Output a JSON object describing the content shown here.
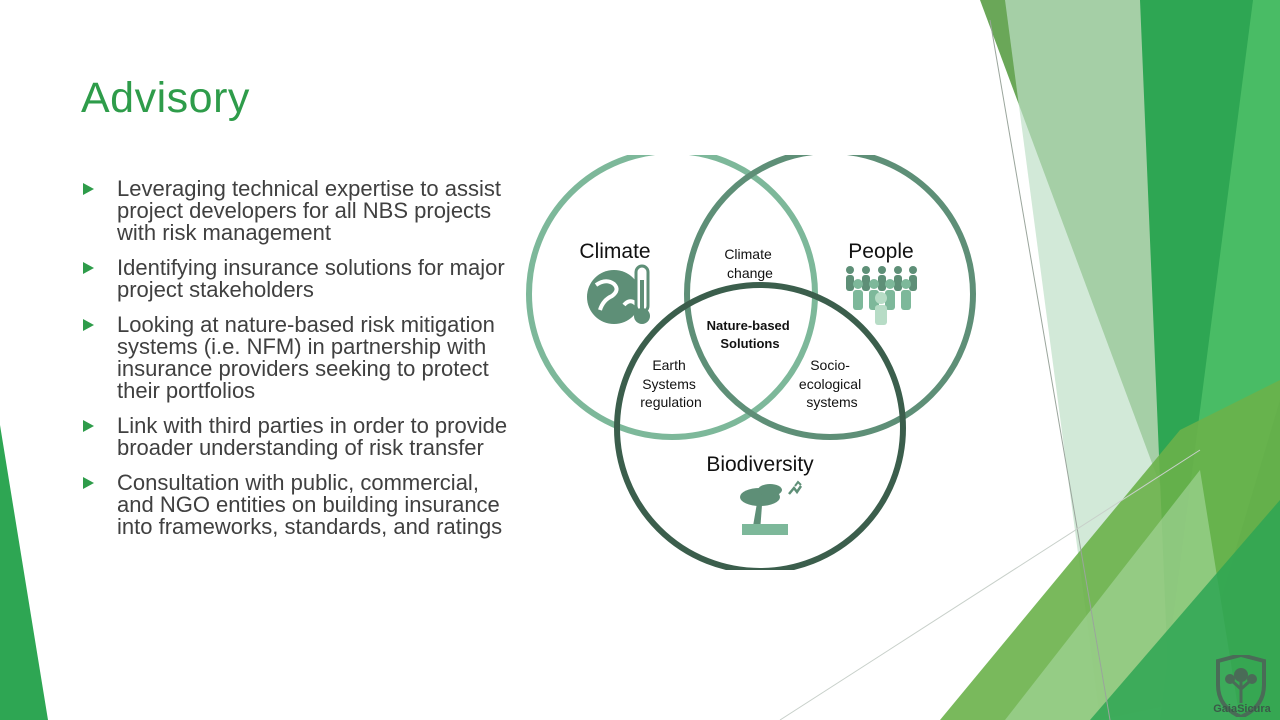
{
  "slide": {
    "title": "Advisory",
    "bullets": [
      "Leveraging technical expertise to assist project developers for all NBS projects with risk management",
      "Identifying insurance solutions for major project stakeholders",
      "Looking at nature-based risk mitigation systems (i.e. NFM) in partnership with insurance providers seeking to protect their portfolios",
      "Link with third parties in order to provide broader understanding of risk transfer",
      "Consultation with public, commercial, and NGO entities on building insurance into frameworks, standards, and ratings"
    ]
  },
  "venn": {
    "circles": {
      "climate": "Climate",
      "people": "People",
      "biodiversity": "Biodiversity"
    },
    "overlaps": {
      "climate_people": [
        "Climate",
        "change"
      ],
      "climate_biodiversity": [
        "Earth",
        "Systems",
        "regulation"
      ],
      "people_biodiversity": [
        "Socio-",
        "ecological",
        "systems"
      ],
      "center": [
        "Nature-based",
        "Solutions"
      ]
    },
    "icons": {
      "climate": "earth-thermometer-icon",
      "people": "people-group-icon",
      "biodiversity": "tree-birds-icon"
    },
    "colors": {
      "climate": "#7db89a",
      "people": "#5e8f77",
      "biodiversity": "#3b5e4c"
    }
  },
  "brand": {
    "logo_text": "GaiaSicura",
    "accent": "#2e9c4a"
  }
}
